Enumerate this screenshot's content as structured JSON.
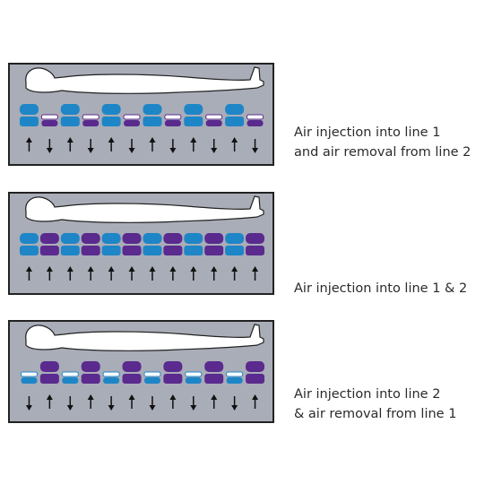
{
  "colors": {
    "background": "#ffffff",
    "panel_fill": "#a9adb8",
    "panel_border": "#222222",
    "body_fill": "#ffffff",
    "body_outline": "#222222",
    "inflated_line1": "#1e86c7",
    "inflated_line2": "#5a2a8e",
    "deflated_line1": "#1e86c7",
    "deflated_line2": "#5a2a8e",
    "arrow": "#111111",
    "caption_text": "#2b2b2b"
  },
  "panels": [
    {
      "caption_lines": [
        "Air injection into line 1",
        "and air removal from line 2"
      ],
      "cells": [
        {
          "line": 1,
          "state": "inflated",
          "arrow": "up"
        },
        {
          "line": 2,
          "state": "deflated",
          "arrow": "down"
        },
        {
          "line": 1,
          "state": "inflated",
          "arrow": "up"
        },
        {
          "line": 2,
          "state": "deflated",
          "arrow": "down"
        },
        {
          "line": 1,
          "state": "inflated",
          "arrow": "up"
        },
        {
          "line": 2,
          "state": "deflated",
          "arrow": "down"
        },
        {
          "line": 1,
          "state": "inflated",
          "arrow": "up"
        },
        {
          "line": 2,
          "state": "deflated",
          "arrow": "down"
        },
        {
          "line": 1,
          "state": "inflated",
          "arrow": "up"
        },
        {
          "line": 2,
          "state": "deflated",
          "arrow": "down"
        },
        {
          "line": 1,
          "state": "inflated",
          "arrow": "up"
        },
        {
          "line": 2,
          "state": "deflated",
          "arrow": "down"
        }
      ]
    },
    {
      "caption_lines": [
        "Air injection into line 1 & 2"
      ],
      "cells": [
        {
          "line": 1,
          "state": "inflated",
          "arrow": "up"
        },
        {
          "line": 2,
          "state": "inflated",
          "arrow": "up"
        },
        {
          "line": 1,
          "state": "inflated",
          "arrow": "up"
        },
        {
          "line": 2,
          "state": "inflated",
          "arrow": "up"
        },
        {
          "line": 1,
          "state": "inflated",
          "arrow": "up"
        },
        {
          "line": 2,
          "state": "inflated",
          "arrow": "up"
        },
        {
          "line": 1,
          "state": "inflated",
          "arrow": "up"
        },
        {
          "line": 2,
          "state": "inflated",
          "arrow": "up"
        },
        {
          "line": 1,
          "state": "inflated",
          "arrow": "up"
        },
        {
          "line": 2,
          "state": "inflated",
          "arrow": "up"
        },
        {
          "line": 1,
          "state": "inflated",
          "arrow": "up"
        },
        {
          "line": 2,
          "state": "inflated",
          "arrow": "up"
        }
      ]
    },
    {
      "caption_lines": [
        "Air injection into line 2",
        "& air removal from line 1"
      ],
      "cells": [
        {
          "line": 1,
          "state": "deflated",
          "arrow": "down"
        },
        {
          "line": 2,
          "state": "inflated",
          "arrow": "up"
        },
        {
          "line": 1,
          "state": "deflated",
          "arrow": "down"
        },
        {
          "line": 2,
          "state": "inflated",
          "arrow": "up"
        },
        {
          "line": 1,
          "state": "deflated",
          "arrow": "down"
        },
        {
          "line": 2,
          "state": "inflated",
          "arrow": "up"
        },
        {
          "line": 1,
          "state": "deflated",
          "arrow": "down"
        },
        {
          "line": 2,
          "state": "inflated",
          "arrow": "up"
        },
        {
          "line": 1,
          "state": "deflated",
          "arrow": "down"
        },
        {
          "line": 2,
          "state": "inflated",
          "arrow": "up"
        },
        {
          "line": 1,
          "state": "deflated",
          "arrow": "down"
        },
        {
          "line": 2,
          "state": "inflated",
          "arrow": "up"
        }
      ]
    }
  ]
}
